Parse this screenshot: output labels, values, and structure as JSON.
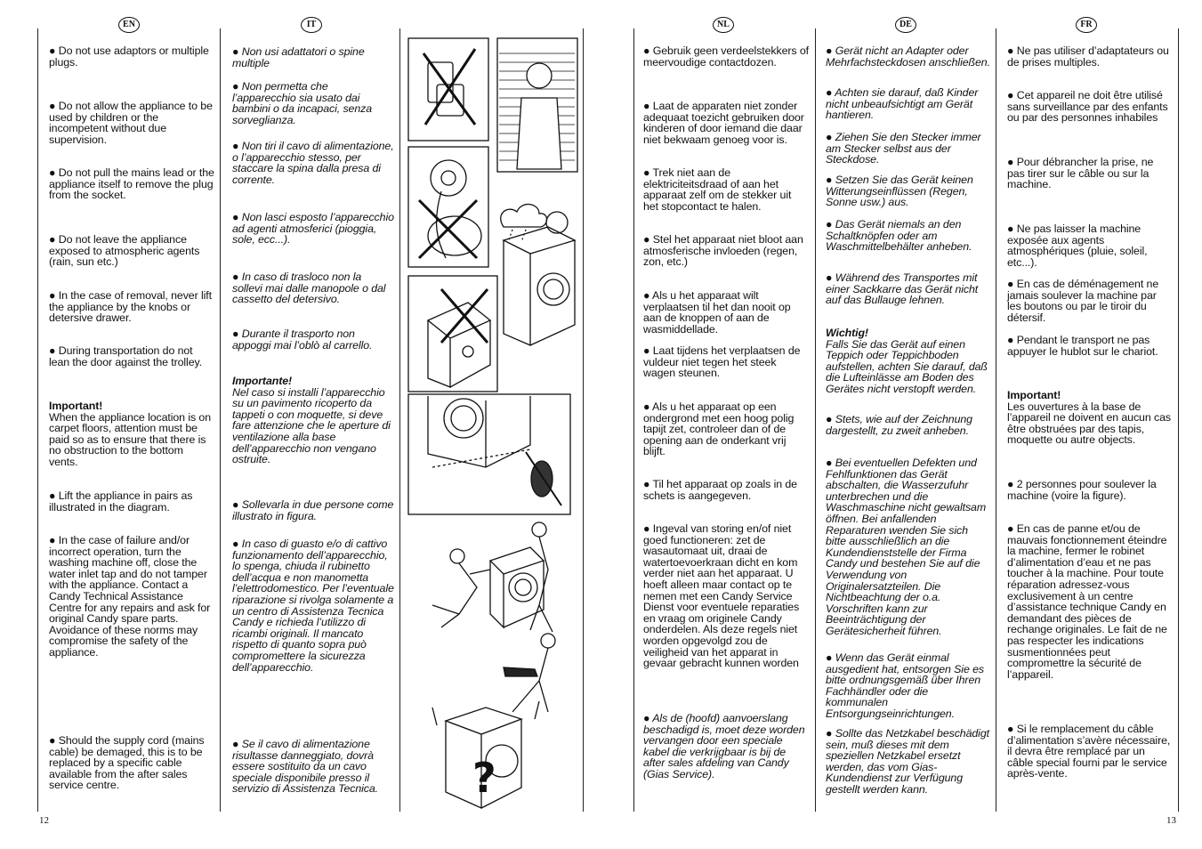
{
  "page_left": "12",
  "page_right": "13",
  "flags": {
    "en": "EN",
    "it": "IT",
    "nl": "NL",
    "de": "DE",
    "fr": "FR"
  },
  "en": {
    "p1": "● Do not use adaptors or multiple plugs.",
    "p2": "● Do not allow the appliance to be used by children or the incompetent without due supervision.",
    "p3": "● Do not pull the mains lead or the appliance itself to remove the plug from the socket.",
    "p4": "● Do not leave the appliance exposed to atmospheric agents (rain, sun etc.)",
    "p5": "● In the case of removal, never lift the appliance by the knobs or detersive drawer.",
    "p6": "● During transportation do not lean the door against the trolley.",
    "imp_title": "Important!",
    "imp_text": "When the appliance location is on carpet floors, attention must be paid so as to ensure that there is no obstruction to the bottom vents.",
    "p7": "● Lift the appliance in pairs as illustrated in the diagram.",
    "p8": "● In the case of failure and/or incorrect operation, turn the washing machine off, close the water inlet tap and do not tamper with the appliance. Contact a Candy Technical Assistance Centre for any repairs and ask for original Candy spare parts. Avoidance of these norms may compromise the safety of the appliance.",
    "p9": "● Should the supply cord (mains cable) be demaged, this is to be replaced by a specific cable available from the after sales service centre."
  },
  "it": {
    "p1": "● Non usi adattatori o spine multiple",
    "p2": "● Non permetta che l’apparecchio sia usato dai bambini o da incapaci, senza sorveglianza.",
    "p3": "● Non tiri il cavo di alimentazione, o l’apparecchio stesso, per staccare la spina dalla presa di corrente.",
    "p4": "● Non lasci esposto l’apparecchio ad agenti atmosferici (pioggia, sole, ecc...).",
    "p5": "● In caso di trasloco non la sollevi mai dalle manopole o dal cassetto del detersivo.",
    "p6": "● Durante il trasporto non appoggi mai l’oblò al carrello.",
    "imp_title": "Importante!",
    "imp_text": "Nel caso si installi l’apparecchio su un pavimento ricoperto da tappeti o con moquette, si deve fare attenzione che le aperture di ventilazione alla base dell’apparecchio non vengano ostruite.",
    "p7": "● Sollevarla in due persone come illustrato in figura.",
    "p8": "● In caso di guasto e/o di cattivo funzionamento dell’apparecchio, lo spenga, chiuda il rubinetto dell’acqua e non manometta l’elettrodomestico. Per l’eventuale riparazione si rivolga solamente a un centro di Assistenza Tecnica Candy e richieda l’utilizzo di ricambi originali. Il mancato rispetto di quanto sopra può compromettere la sicurezza dell’apparecchio.",
    "p9": "● Se il cavo di alimentazione risultasse danneggiato, dovrà essere sostituito da un cavo speciale disponibile presso il servizio di Assistenza Tecnica."
  },
  "nl": {
    "p1": "● Gebruik geen verdeelstekkers of meervoudige contactdozen.",
    "p2": "● Laat de apparaten niet zonder adequaat toezicht gebruiken door kinderen of door iemand die daar niet bekwaam genoeg voor is.",
    "p3": "● Trek niet aan de elektriciteitsdraad of aan het apparaat zelf om de stekker uit het stopcontact te halen.",
    "p4": "● Stel het apparaat niet bloot aan atmosferische invloeden (regen, zon, etc.)",
    "p5": "● Als u het apparaat wilt verplaatsen til het dan nooit op aan de knoppen of aan de wasmiddellade.",
    "p6": "● Laat tijdens het verplaatsen de vuldeur niet tegen het steek wagen steunen.",
    "p7": "● Als u het apparaat op een ondergrond met een hoog polig tapijt zet, controleer dan of de opening aan de onderkant vrij blijft.",
    "p8": "● Til het apparaat op zoals in de schets is aangegeven.",
    "p9": "● Ingeval van storing en/of niet goed functioneren: zet de wasautomaat uit, draai de watertoevoerkraan dicht en kom verder niet aan het apparaat. U hoeft alleen maar contact op te nemen met een Candy Service Dienst voor eventuele reparaties en vraag om originele Candy onderdelen. Als deze regels niet worden opgevolgd zou de veiligheid van het apparat in gevaar gebracht kunnen worden",
    "p10": "● Als de (hoofd) aanvoerslang beschadigd is, moet deze worden vervangen door een speciale kabel die verkrijgbaar is bij de after sales afdeling van Candy (Gias Service)."
  },
  "de": {
    "p1": "● Gerät nicht an Adapter oder Mehrfachsteckdosen anschließen.",
    "p2": "● Achten sie darauf, daß Kinder nicht unbeaufsichtigt am Gerät hantieren.",
    "p3": "● Ziehen Sie den Stecker immer am Stecker selbst aus der Steckdose.",
    "p4": "● Setzen Sie das Gerät keinen Witterungseinflüssen (Regen, Sonne usw.) aus.",
    "p5": "● Das Gerät niemals an den Schaltknöpfen oder am Waschmittelbehälter anheben.",
    "p6": "● Während des Transportes mit einer Sackkarre das Gerät nicht auf das Bullauge lehnen.",
    "imp_title": "Wichtig!",
    "imp_text": "Falls Sie das Gerät auf einen Teppich oder Teppichboden aufstellen, achten Sie darauf, daß die Lufteinlässe am Boden des Gerätes nicht verstopft werden.",
    "p7": "● Stets, wie auf der Zeichnung dargestellt, zu zweit anheben.",
    "p8": "● Bei eventuellen Defekten und Fehlfunktionen das Gerät abschalten, die Wasserzufuhr unterbrechen und die Waschmaschine nicht gewaltsam öffnen. Bei anfallenden Reparaturen wenden Sie sich bitte ausschließlich an die Kundendienststelle der Firma Candy und bestehen Sie auf die Verwendung von Originalersatzteilen. Die Nichtbeachtung der o.a. Vorschriften kann zur Beeinträchtigung der Gerätesicherheit führen.",
    "p9": "● Wenn das Gerät einmal ausgedient hat, entsorgen Sie es bitte ordnungsgemäß über Ihren Fachhändler oder die kommunalen Entsorgungseinrichtungen.",
    "p10": "● Sollte das Netzkabel beschädigt sein, muß dieses mit dem speziellen Netzkabel ersetzt werden, das vom Gias-Kundendienst zur Verfügung gestellt werden kann."
  },
  "fr": {
    "p1": "● Ne pas utiliser d’adaptateurs ou de prises multiples.",
    "p2": "● Cet appareil ne doit être utilisé sans surveillance par des enfants ou par des personnes inhabiles",
    "p3": "● Pour débrancher la prise, ne pas tirer sur le câble ou sur la machine.",
    "p4": "● Ne pas laisser la machine exposée aux agents atmosphériques (pluie, soleil, etc...).",
    "p5": "● En cas de déménagement ne jamais soulever la machine par les boutons ou par le tiroir du détersif.",
    "p6": "● Pendant le transport ne pas appuyer le hublot sur le chariot.",
    "imp_title": "Important!",
    "imp_text": "Les ouvertures à la base de l’appareil ne doivent en aucun cas être obstruées par des tapis, moquette ou autre objects.",
    "p7": "● 2 personnes pour soulever la machine (voire la figure).",
    "p8": "● En cas de panne et/ou de mauvais fonctionnement éteindre la machine, fermer le robinet d’alimentation d’eau et ne pas toucher à la machine. Pour toute réparation adressez-vous exclusivement à un centre d’assistance technique Candy en demandant des pièces de rechange originales. Le fait de ne pas respecter les indications susmentionnées peut compromettre la sécurité de l’appareil.",
    "p9": "● Si le remplacement du câble d’alimentation s’avère nécessaire, il devra être remplacé par un câble special fourni par le service après-vente."
  }
}
